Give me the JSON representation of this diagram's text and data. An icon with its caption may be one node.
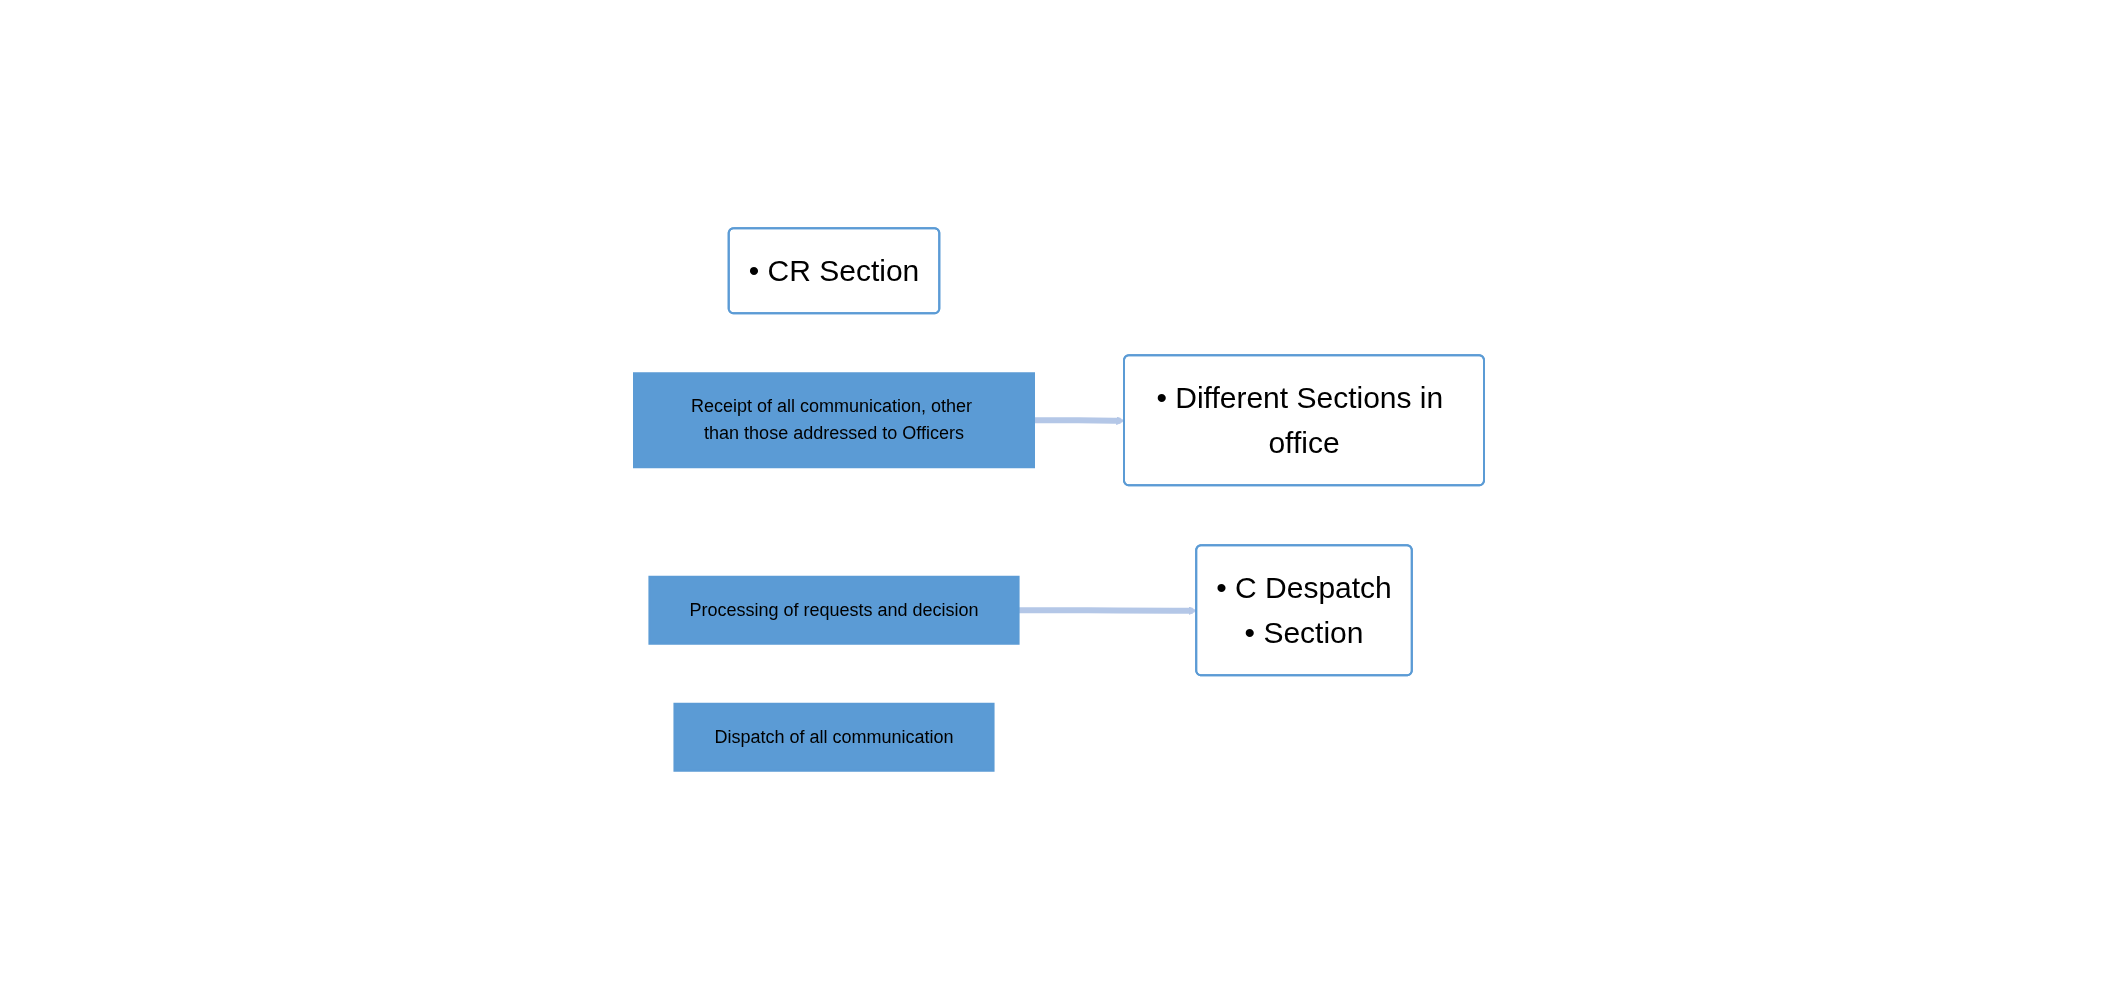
{
  "diagram": {
    "nodes": [
      {
        "text": [
          "• CR Section"
        ]
      },
      {
        "text": [
          "Receipt of all communication, other than those addressed to Officers"
        ]
      },
      {
        "text": [
          "• Different Sections in office"
        ]
      },
      {
        "text": [
          "Processing of requests and decision"
        ]
      },
      {
        "text": [
          "• C Despatch",
          "• Section"
        ]
      },
      {
        "text": [
          "Dispatch of all communication"
        ]
      }
    ],
    "edges": [
      {
        "from": 1,
        "to": 2,
        "arrow": "to"
      },
      {
        "from": 3,
        "to": 4,
        "arrow": "to"
      }
    ]
  }
}
